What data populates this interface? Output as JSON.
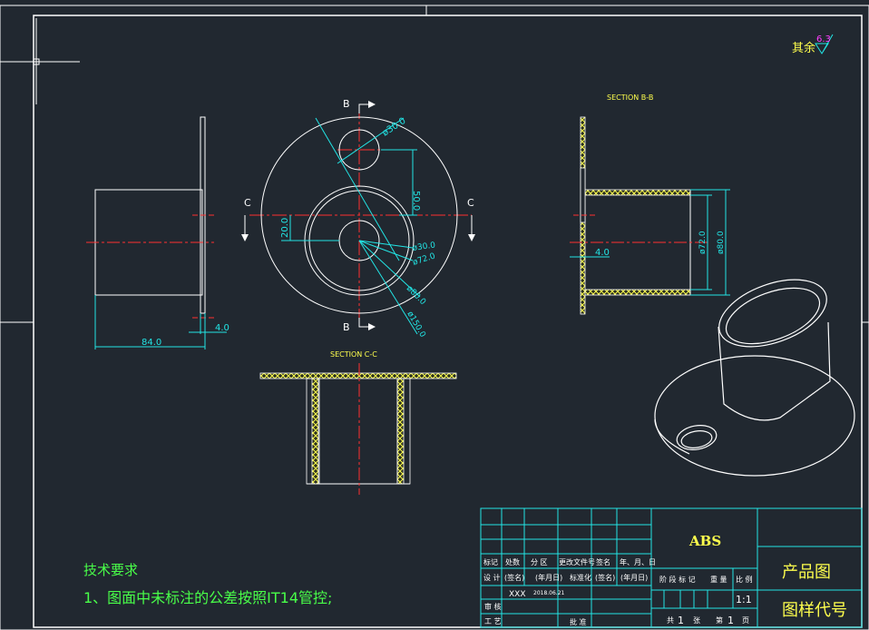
{
  "roughness": {
    "label": "其余",
    "value": "6.3"
  },
  "section_labels": {
    "bb": "SECTION B-B",
    "cc": "SECTION C-C",
    "b_top": "B",
    "b_bottom": "B",
    "c_left": "C",
    "c_right": "C"
  },
  "dims_front": {
    "d_hole": "ø30.0",
    "offset_50": "50.0",
    "offset_20": "20.0",
    "d30": "ø30.0",
    "d72": "ø72.0",
    "d80": "ø80.0",
    "d150": "ø150.0"
  },
  "dims_side": {
    "thickness": "4.0",
    "length": "84.0"
  },
  "dims_bb": {
    "d72": "ø72.0",
    "d80": "ø80.0",
    "thickness": "4.0"
  },
  "notes": {
    "title": "技术要求",
    "line1": "1、图面中未标注的公差按照IT14管控;"
  },
  "title_block": {
    "material": "ABS",
    "product": "产品图",
    "drawing_code": "图样代号",
    "row_labels": [
      "标记",
      "处数",
      "分 区",
      "更改文件号",
      "签名",
      "年、月、日"
    ],
    "design_row": [
      "设 计",
      "(签名)",
      "(年月日)",
      "标准化",
      "(签名)",
      "(年月日)"
    ],
    "stage_row": [
      "阶 段 标 记",
      "重 量",
      "比 例"
    ],
    "designer": "XXX",
    "date": "2018.06.21",
    "scale": "1:1",
    "review": "审 核",
    "process": "工 艺",
    "approve": "批 准",
    "sheets_total_prefix": "共",
    "sheets_total": "1",
    "sheets_total_suffix": "张",
    "sheet_no_prefix": "第",
    "sheet_no": "1",
    "sheet_no_suffix": "页"
  }
}
